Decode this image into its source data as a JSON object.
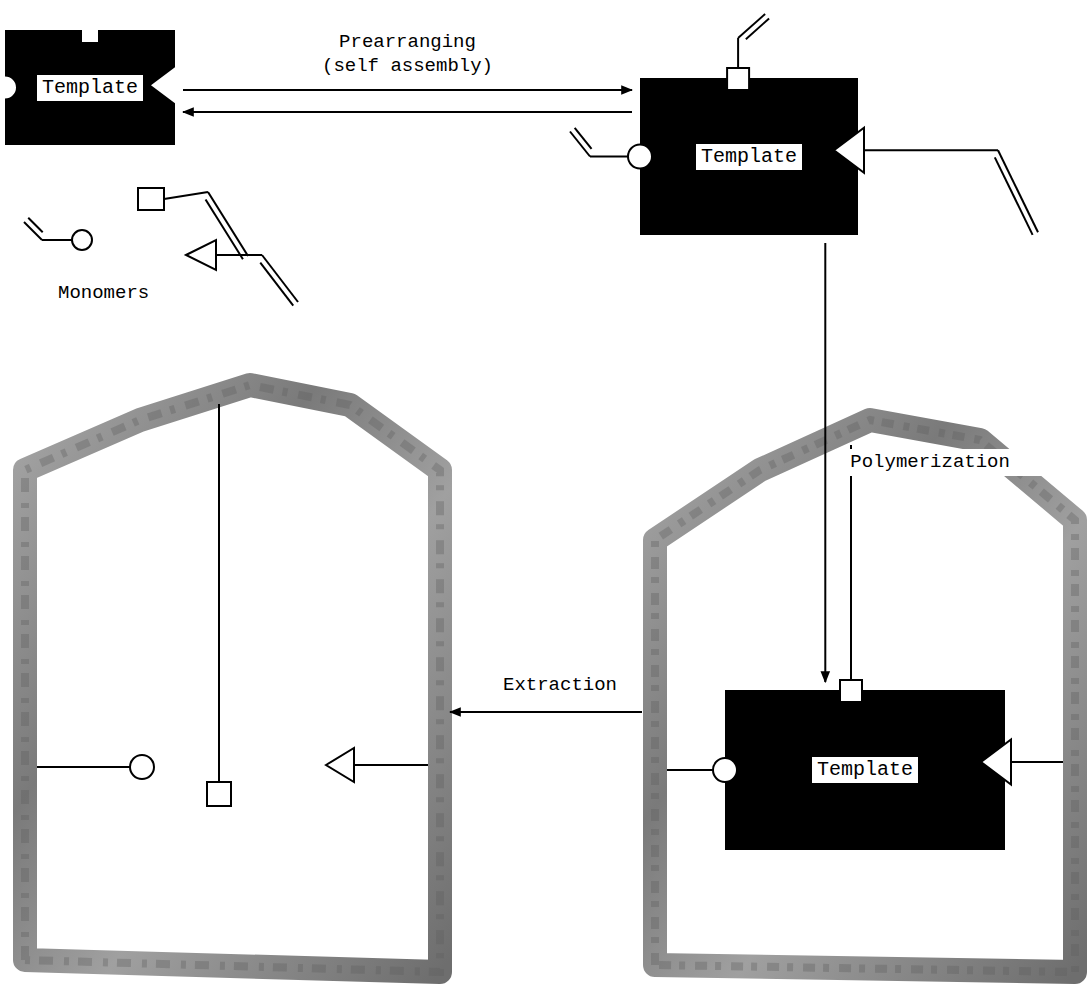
{
  "diagram": {
    "nodes": [
      {
        "text": [
          "Template"
        ]
      },
      {
        "text": [
          "Template"
        ]
      },
      {
        "text": [
          "Template"
        ]
      }
    ],
    "edges": [
      {
        "from": 0,
        "to": 1,
        "arrow": "to",
        "label": "Prearranging (self assembly)"
      },
      {
        "from": 1,
        "to": 0,
        "arrow": "to"
      },
      {
        "from": 1,
        "to": 2,
        "arrow": "to",
        "label": "Polymerization"
      }
    ],
    "labels": [
      "Monomers",
      "Extraction"
    ]
  }
}
